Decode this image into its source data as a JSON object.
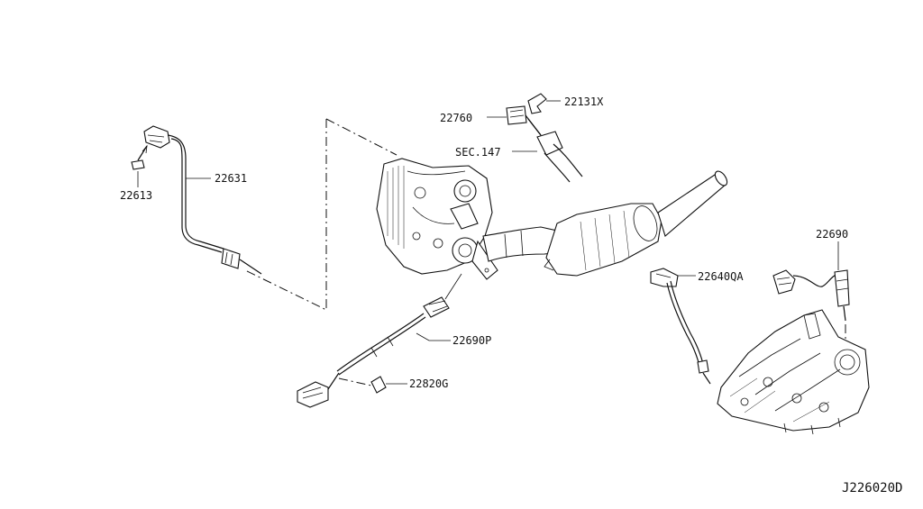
{
  "diagram": {
    "labels": {
      "p22613": "22613",
      "p22631": "22631",
      "p22760": "22760",
      "p22131x": "22131X",
      "sec147": "SEC.147",
      "p22690p": "22690P",
      "p22820g": "22820G",
      "p22640qa": "22640QA",
      "p22690": "22690"
    },
    "drawing_code": "J226020D"
  }
}
